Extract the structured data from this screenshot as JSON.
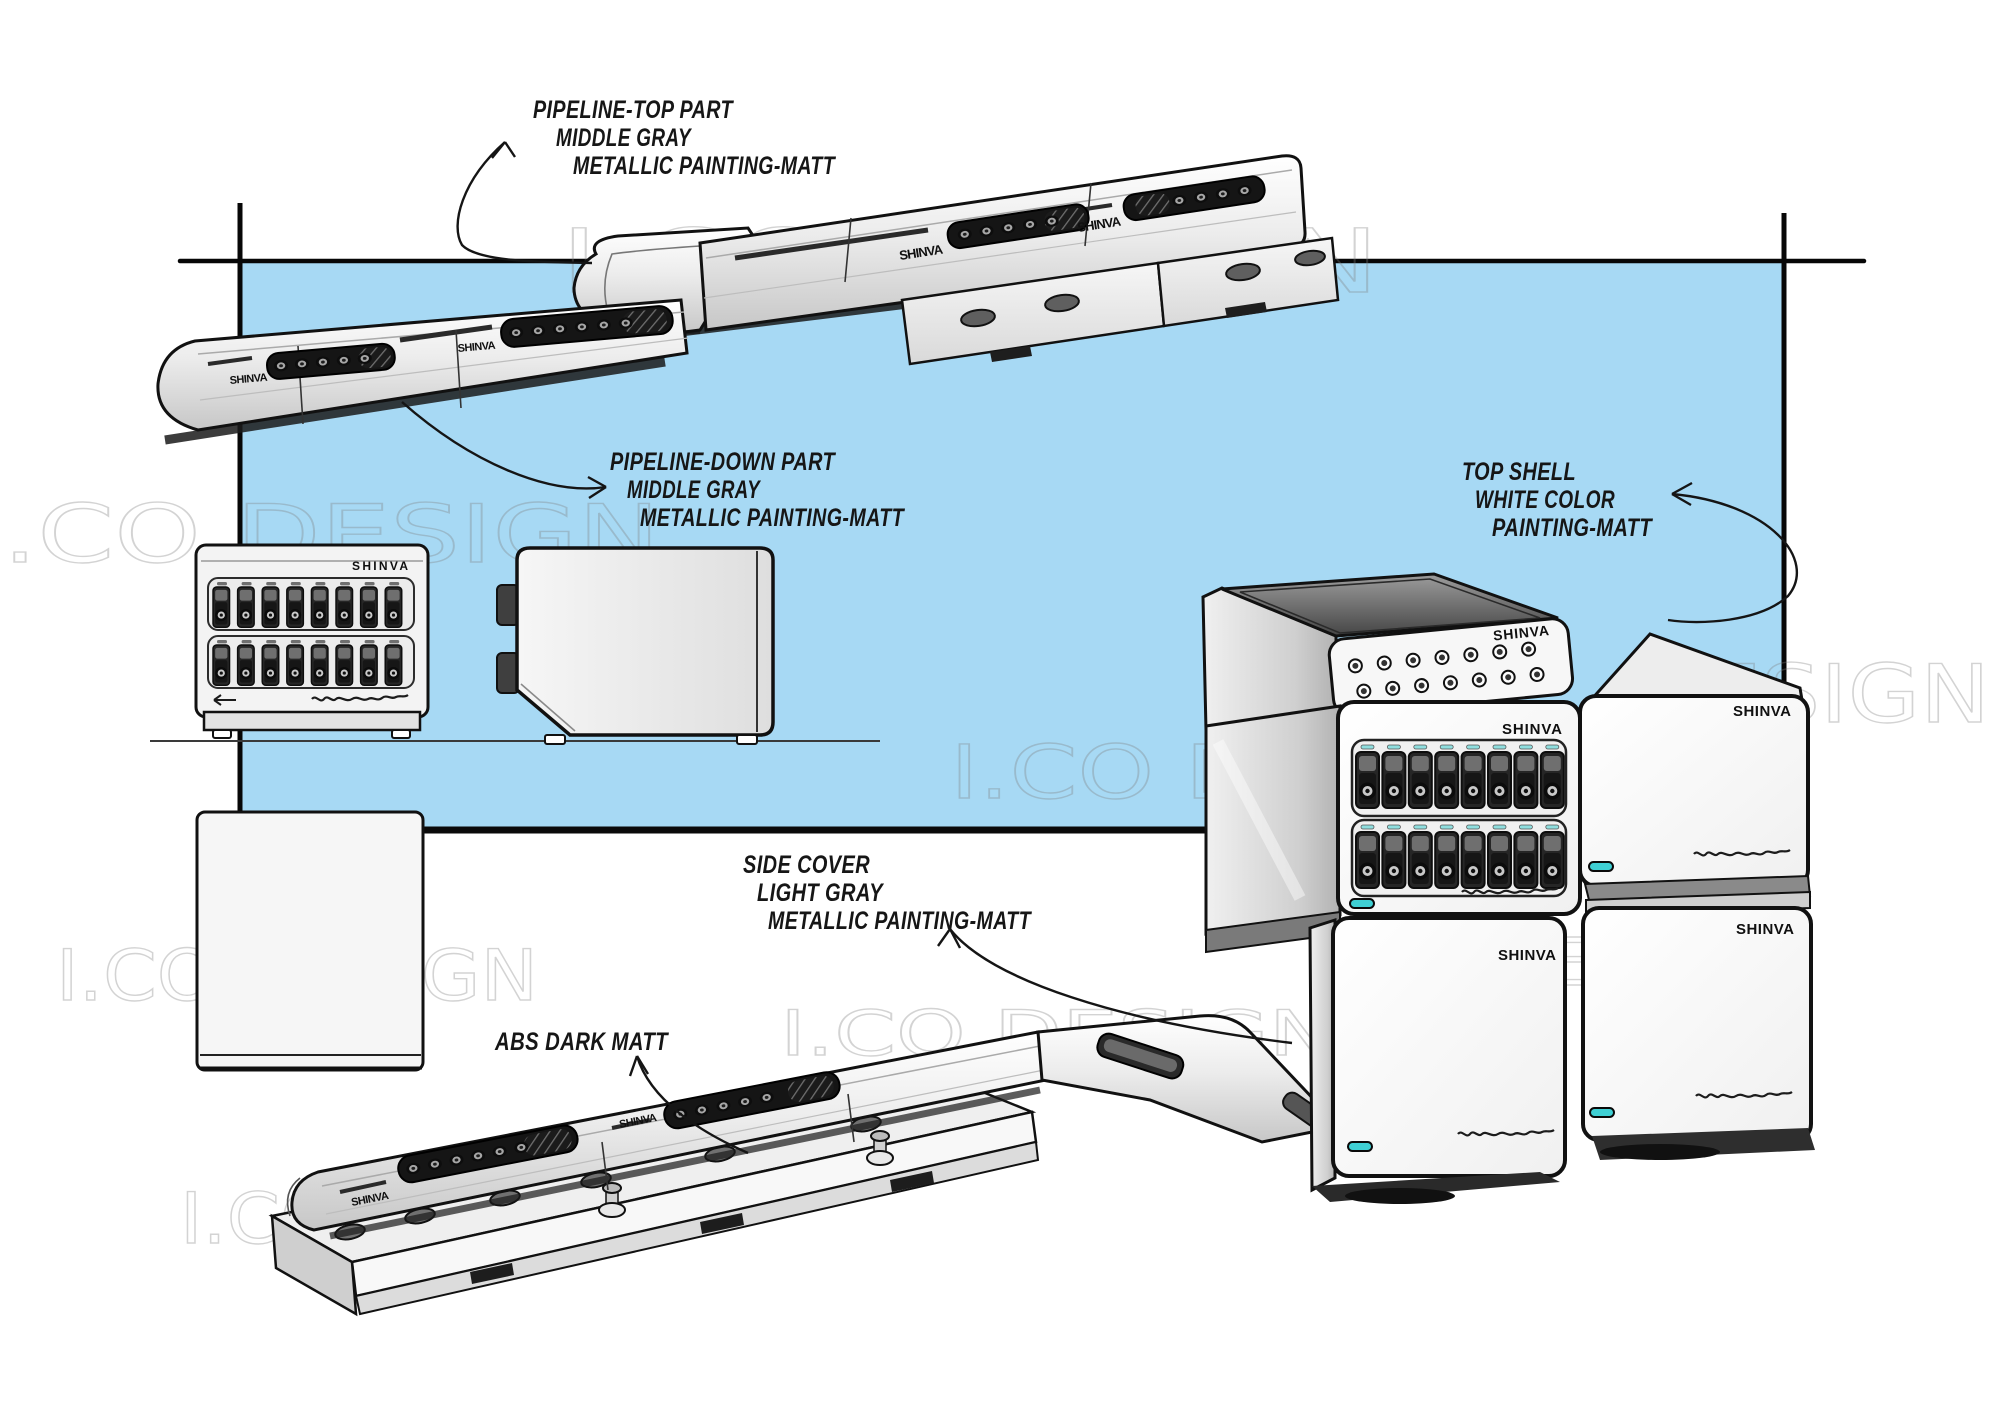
{
  "brand": {
    "logo": "SHINVA"
  },
  "watermark": {
    "full": "I.CO DESIGN",
    "co_design": "CO DESIGN",
    "design": "DESIGN"
  },
  "annotations": {
    "pipeline_top": {
      "line1": "PIPELINE-TOP PART",
      "line2": "MIDDLE GRAY",
      "line3": "METALLIC PAINTING-MATT"
    },
    "pipeline_down": {
      "line1": "PIPELINE-DOWN PART",
      "line2": "MIDDLE GRAY",
      "line3": "METALLIC PAINTING-MATT"
    },
    "top_shell": {
      "line1": "TOP SHELL",
      "line2": "WHITE COLOR",
      "line3": "PAINTING-MATT"
    },
    "side_cover": {
      "line1": "SIDE COVER",
      "line2": "LIGHT GRAY",
      "line3": "METALLIC PAINTING-MATT"
    },
    "abs_part": {
      "line1": "ABS  DARK MATT"
    }
  },
  "colors": {
    "panel_blue": "#a7d9f4",
    "ink": "#111111",
    "led_teal": "#3fd0d4",
    "paper": "#ffffff"
  }
}
